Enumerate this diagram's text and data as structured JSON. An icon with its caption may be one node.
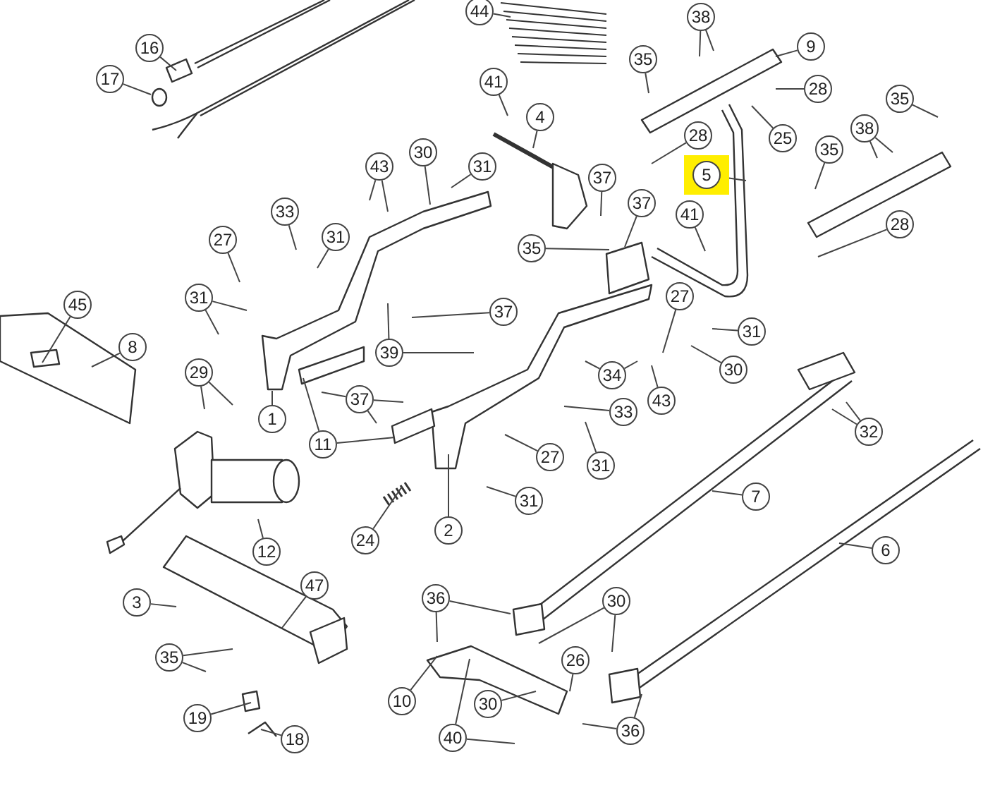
{
  "diagram": {
    "nodes": [
      {
        "text": [
          "16"
        ]
      },
      {
        "text": [
          "17"
        ]
      },
      {
        "text": [
          "44"
        ]
      },
      {
        "text": [
          "38"
        ]
      },
      {
        "text": [
          "35"
        ]
      },
      {
        "text": [
          "9"
        ]
      },
      {
        "text": [
          "41"
        ]
      },
      {
        "text": [
          "4"
        ]
      },
      {
        "text": [
          "28"
        ]
      },
      {
        "text": [
          "25"
        ]
      },
      {
        "text": [
          "35"
        ]
      },
      {
        "text": [
          "28"
        ]
      },
      {
        "text": [
          "38"
        ]
      },
      {
        "text": [
          "5"
        ]
      },
      {
        "text": [
          "35"
        ]
      },
      {
        "text": [
          "30"
        ]
      },
      {
        "text": [
          "43"
        ]
      },
      {
        "text": [
          "31"
        ]
      },
      {
        "text": [
          "37"
        ]
      },
      {
        "text": [
          "37"
        ]
      },
      {
        "text": [
          "33"
        ]
      },
      {
        "text": [
          "31"
        ]
      },
      {
        "text": [
          "35"
        ]
      },
      {
        "text": [
          "41"
        ]
      },
      {
        "text": [
          "28"
        ]
      },
      {
        "text": [
          "27"
        ]
      },
      {
        "text": [
          "31"
        ]
      },
      {
        "text": [
          "45"
        ]
      },
      {
        "text": [
          "8"
        ]
      },
      {
        "text": [
          "37"
        ]
      },
      {
        "text": [
          "39"
        ]
      },
      {
        "text": [
          "27"
        ]
      },
      {
        "text": [
          "31"
        ]
      },
      {
        "text": [
          "30"
        ]
      },
      {
        "text": [
          "37"
        ]
      },
      {
        "text": [
          "29"
        ]
      },
      {
        "text": [
          "1"
        ]
      },
      {
        "text": [
          "11"
        ]
      },
      {
        "text": [
          "34"
        ]
      },
      {
        "text": [
          "43"
        ]
      },
      {
        "text": [
          "33"
        ]
      },
      {
        "text": [
          "27"
        ]
      },
      {
        "text": [
          "31"
        ]
      },
      {
        "text": [
          "32"
        ]
      },
      {
        "text": [
          "2"
        ]
      },
      {
        "text": [
          "24"
        ]
      },
      {
        "text": [
          "31"
        ]
      },
      {
        "text": [
          "12"
        ]
      },
      {
        "text": [
          "7"
        ]
      },
      {
        "text": [
          "6"
        ]
      },
      {
        "text": [
          "47"
        ]
      },
      {
        "text": [
          "3"
        ]
      },
      {
        "text": [
          "36"
        ]
      },
      {
        "text": [
          "30"
        ]
      },
      {
        "text": [
          "35"
        ]
      },
      {
        "text": [
          "26"
        ]
      },
      {
        "text": [
          "19"
        ]
      },
      {
        "text": [
          "18"
        ]
      },
      {
        "text": [
          "10"
        ]
      },
      {
        "text": [
          "30"
        ]
      },
      {
        "text": [
          "40"
        ]
      },
      {
        "text": [
          "36"
        ]
      }
    ],
    "edges": [
      {
        "from": 0,
        "to": null,
        "arrow": "none"
      },
      {
        "from": 1,
        "to": null,
        "arrow": "none"
      },
      {
        "from": 2,
        "to": null,
        "arrow": "none"
      },
      {
        "from": 3,
        "to": null,
        "arrow": "none"
      },
      {
        "from": 3,
        "to": null,
        "arrow": "none"
      },
      {
        "from": 4,
        "to": null,
        "arrow": "none"
      },
      {
        "from": 5,
        "to": null,
        "arrow": "none"
      },
      {
        "from": 6,
        "to": null,
        "arrow": "none"
      },
      {
        "from": 7,
        "to": null,
        "arrow": "none"
      },
      {
        "from": 8,
        "to": null,
        "arrow": "none"
      },
      {
        "from": 9,
        "to": null,
        "arrow": "none"
      },
      {
        "from": 10,
        "to": null,
        "arrow": "none"
      },
      {
        "from": 11,
        "to": null,
        "arrow": "none"
      },
      {
        "from": 12,
        "to": null,
        "arrow": "none"
      },
      {
        "from": 12,
        "to": null,
        "arrow": "none"
      },
      {
        "from": 13,
        "to": null,
        "arrow": "none"
      },
      {
        "from": 14,
        "to": null,
        "arrow": "none"
      },
      {
        "from": 15,
        "to": null,
        "arrow": "none"
      },
      {
        "from": 16,
        "to": null,
        "arrow": "none"
      },
      {
        "from": 16,
        "to": null,
        "arrow": "none"
      },
      {
        "from": 17,
        "to": null,
        "arrow": "none"
      },
      {
        "from": 18,
        "to": null,
        "arrow": "none"
      },
      {
        "from": 19,
        "to": null,
        "arrow": "none"
      },
      {
        "from": 20,
        "to": null,
        "arrow": "none"
      },
      {
        "from": 21,
        "to": null,
        "arrow": "none"
      },
      {
        "from": 22,
        "to": null,
        "arrow": "none"
      },
      {
        "from": 23,
        "to": null,
        "arrow": "none"
      },
      {
        "from": 24,
        "to": null,
        "arrow": "none"
      },
      {
        "from": 25,
        "to": null,
        "arrow": "none"
      },
      {
        "from": 26,
        "to": null,
        "arrow": "none"
      },
      {
        "from": 26,
        "to": null,
        "arrow": "none"
      },
      {
        "from": 27,
        "to": null,
        "arrow": "none"
      },
      {
        "from": 28,
        "to": null,
        "arrow": "none"
      },
      {
        "from": 29,
        "to": null,
        "arrow": "none"
      },
      {
        "from": 30,
        "to": null,
        "arrow": "none"
      },
      {
        "from": 30,
        "to": null,
        "arrow": "none"
      },
      {
        "from": 31,
        "to": null,
        "arrow": "none"
      },
      {
        "from": 32,
        "to": null,
        "arrow": "none"
      },
      {
        "from": 33,
        "to": null,
        "arrow": "none"
      },
      {
        "from": 34,
        "to": null,
        "arrow": "none"
      },
      {
        "from": 34,
        "to": null,
        "arrow": "none"
      },
      {
        "from": 34,
        "to": null,
        "arrow": "none"
      },
      {
        "from": 35,
        "to": null,
        "arrow": "none"
      },
      {
        "from": 35,
        "to": null,
        "arrow": "none"
      },
      {
        "from": 36,
        "to": null,
        "arrow": "none"
      },
      {
        "from": 37,
        "to": null,
        "arrow": "none"
      },
      {
        "from": 37,
        "to": null,
        "arrow": "none"
      },
      {
        "from": 38,
        "to": null,
        "arrow": "none"
      },
      {
        "from": 38,
        "to": null,
        "arrow": "none"
      },
      {
        "from": 39,
        "to": null,
        "arrow": "none"
      },
      {
        "from": 40,
        "to": null,
        "arrow": "none"
      },
      {
        "from": 41,
        "to": null,
        "arrow": "none"
      },
      {
        "from": 42,
        "to": null,
        "arrow": "none"
      },
      {
        "from": 43,
        "to": null,
        "arrow": "none"
      },
      {
        "from": 43,
        "to": null,
        "arrow": "none"
      },
      {
        "from": 44,
        "to": null,
        "arrow": "none"
      },
      {
        "from": 45,
        "to": null,
        "arrow": "none"
      },
      {
        "from": 46,
        "to": null,
        "arrow": "none"
      },
      {
        "from": 47,
        "to": null,
        "arrow": "none"
      },
      {
        "from": 48,
        "to": null,
        "arrow": "none"
      },
      {
        "from": 49,
        "to": null,
        "arrow": "none"
      },
      {
        "from": 50,
        "to": null,
        "arrow": "none"
      },
      {
        "from": 51,
        "to": null,
        "arrow": "none"
      },
      {
        "from": 52,
        "to": null,
        "arrow": "none"
      },
      {
        "from": 52,
        "to": null,
        "arrow": "none"
      },
      {
        "from": 53,
        "to": null,
        "arrow": "none"
      },
      {
        "from": 53,
        "to": null,
        "arrow": "none"
      },
      {
        "from": 54,
        "to": null,
        "arrow": "none"
      },
      {
        "from": 54,
        "to": null,
        "arrow": "none"
      },
      {
        "from": 55,
        "to": null,
        "arrow": "none"
      },
      {
        "from": 56,
        "to": null,
        "arrow": "none"
      },
      {
        "from": 57,
        "to": null,
        "arrow": "none"
      },
      {
        "from": 58,
        "to": null,
        "arrow": "none"
      },
      {
        "from": 59,
        "to": null,
        "arrow": "none"
      },
      {
        "from": 60,
        "to": null,
        "arrow": "none"
      },
      {
        "from": 60,
        "to": null,
        "arrow": "none"
      },
      {
        "from": 61,
        "to": null,
        "arrow": "none"
      },
      {
        "from": 61,
        "to": null,
        "arrow": "none"
      }
    ]
  }
}
